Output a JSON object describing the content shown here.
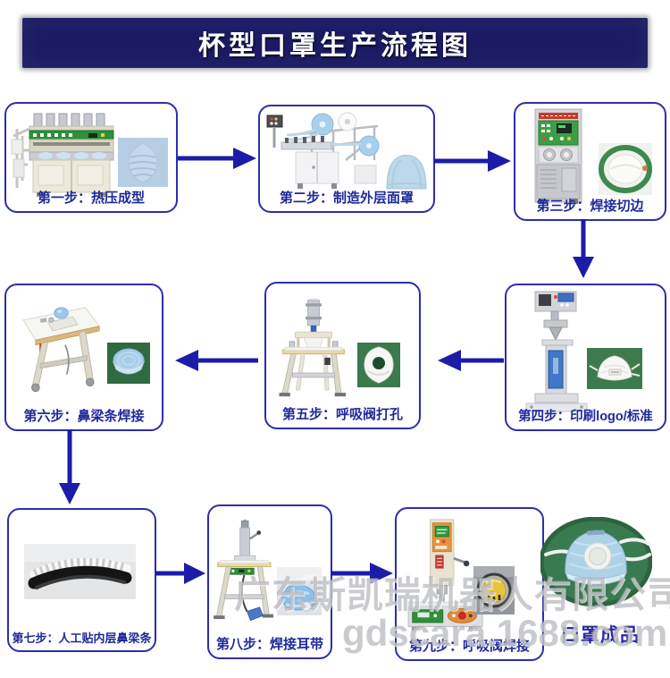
{
  "title": "杯型口罩生产流程图",
  "steps": [
    {
      "id": 1,
      "label": "第一步：热压成型"
    },
    {
      "id": 2,
      "label": "第二步：制造外层面罩"
    },
    {
      "id": 3,
      "label": "第三步：焊接切边"
    },
    {
      "id": 4,
      "label": "第四步：印刷logo/标准"
    },
    {
      "id": 5,
      "label": "第五步：呼吸阀打孔"
    },
    {
      "id": 6,
      "label": "第六步：鼻梁条焊接"
    },
    {
      "id": 7,
      "label": "第七步：人工贴内层鼻梁条"
    },
    {
      "id": 8,
      "label": "第八步：焊接耳带"
    },
    {
      "id": 9,
      "label": "第九步：呼吸阀焊接"
    }
  ],
  "final_product": {
    "label": "口罩成品"
  },
  "watermark": {
    "company": "广东斯凯瑞机器人有限公司",
    "site": "gdscara.1688.com"
  },
  "flow_order": [
    "step1",
    "step2",
    "step3",
    "step4",
    "step5",
    "step6",
    "step7",
    "step8",
    "step9",
    "finished-mask"
  ],
  "colors": {
    "banner_bg": "#1b1b63",
    "banner_text": "#ffffff",
    "box_border": "#2b2fad",
    "label_text": "#1f2a9b",
    "arrow": "#1c1ca8",
    "watermark": "#9ea0a6",
    "product_pad_green": "#3a7a50"
  }
}
